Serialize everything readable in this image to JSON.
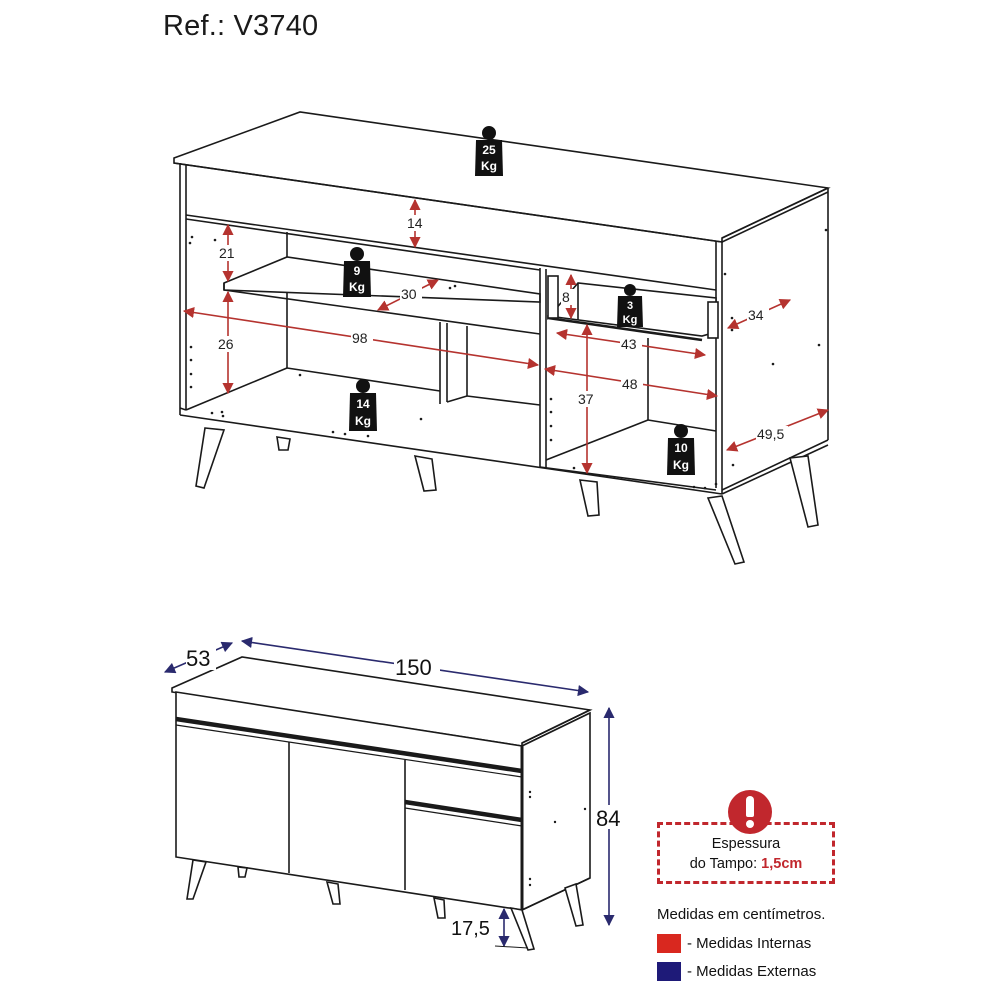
{
  "header": {
    "title": "Ref.: V3740"
  },
  "colors": {
    "internal_dimension": "#b5332f",
    "external_dimension": "#2a2a6e",
    "legend_internal": "#d9281f",
    "legend_external": "#1e1a78",
    "alert": "#c1272d",
    "line": "#1a1a1a",
    "weight_badge": "#111111"
  },
  "top_view": {
    "weights": [
      {
        "value": "25",
        "unit": "Kg",
        "location": "tampo"
      },
      {
        "value": "9",
        "unit": "Kg",
        "location": "prateleira"
      },
      {
        "value": "3",
        "unit": "Kg",
        "location": "gaveta"
      },
      {
        "value": "14",
        "unit": "Kg",
        "location": "base esquerda"
      },
      {
        "value": "10",
        "unit": "Kg",
        "location": "base direita"
      }
    ],
    "internal_dimensions": {
      "top_niche_height": "14",
      "upper_shelf_gap": "21",
      "shelf_depth": "30",
      "lower_gap": "26",
      "left_width": "98",
      "drawer_height": "8",
      "drawer_width": "43",
      "right_width": "48",
      "right_height": "37",
      "drawer_depth": "34",
      "right_depth": "49,5"
    }
  },
  "bottom_view": {
    "external_dimensions": {
      "depth": "53",
      "width": "150",
      "height": "84",
      "leg_height": "17,5"
    }
  },
  "notice": {
    "line1": "Espessura",
    "line2_prefix": "do Tampo: ",
    "line2_value": "1,5cm"
  },
  "legend": {
    "heading": "Medidas em centímetros.",
    "items": [
      {
        "label": "- Medidas Internas",
        "color": "#d9281f"
      },
      {
        "label": "- Medidas Externas",
        "color": "#1e1a78"
      }
    ]
  }
}
